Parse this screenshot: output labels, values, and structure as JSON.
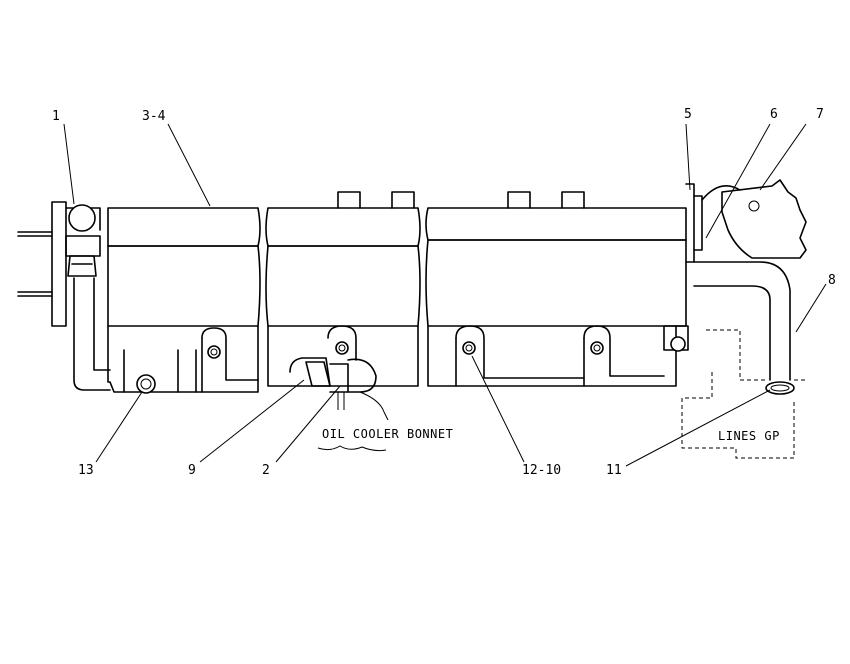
{
  "callouts": [
    {
      "id": "c1",
      "label": "1"
    },
    {
      "id": "c34",
      "label": "3-4"
    },
    {
      "id": "c5",
      "label": "5"
    },
    {
      "id": "c6",
      "label": "6"
    },
    {
      "id": "c7",
      "label": "7"
    },
    {
      "id": "c8",
      "label": "8"
    },
    {
      "id": "c13",
      "label": "13"
    },
    {
      "id": "c9",
      "label": "9"
    },
    {
      "id": "c2",
      "label": "2"
    },
    {
      "id": "c1210",
      "label": "12-10"
    },
    {
      "id": "c11",
      "label": "11"
    }
  ],
  "captions": {
    "oil_cooler_bonnet": "OIL COOLER BONNET",
    "lines_gp": "LINES GP"
  }
}
